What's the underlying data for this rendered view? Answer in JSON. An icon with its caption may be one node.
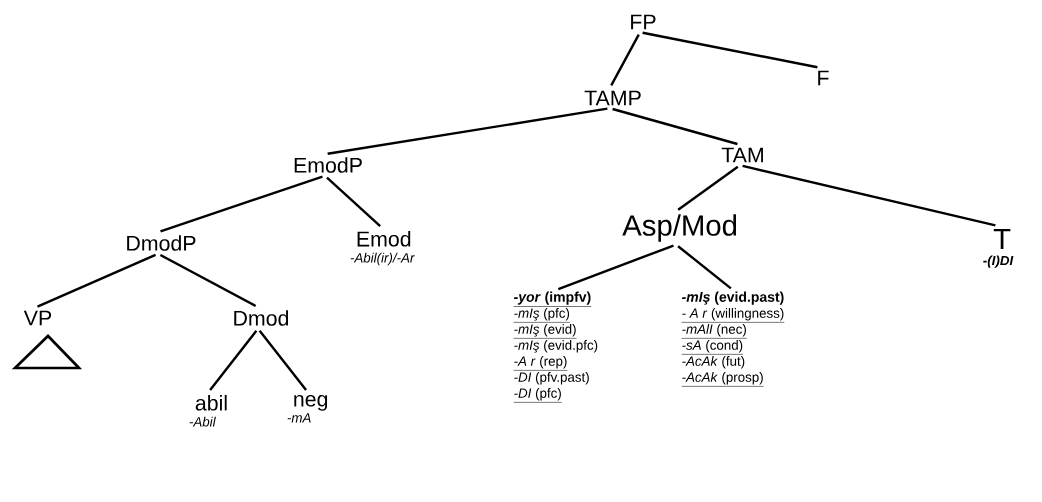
{
  "diagram": {
    "nodes": [
      {
        "text": [
          "FP"
        ]
      },
      {
        "text": [
          "F"
        ]
      },
      {
        "text": [
          "TAMP"
        ]
      },
      {
        "text": [
          "EmodP"
        ]
      },
      {
        "text": [
          "TAM"
        ]
      },
      {
        "text": [
          "DmodP"
        ]
      },
      {
        "text": [
          "Emod",
          "-Abil(ir)/-Ar"
        ]
      },
      {
        "text": [
          "Asp/Mod"
        ]
      },
      {
        "text": [
          "T",
          "-(I)DI"
        ]
      },
      {
        "text": [
          "*-yor* (impfv)",
          "*-mIş* (pfc)",
          "*-mIş* (evid)",
          "*-mIş* (evid.pfc)",
          "*-A r*  (rep)",
          "*-DI* (pfv.past)",
          "*-DI* (pfc)"
        ]
      },
      {
        "text": [
          "*-mIş* (evid.past)",
          "*- A r*  (willingness)",
          "*-mAlI* (nec)",
          "*-sA* (cond)",
          "*-AcAk* (fut)",
          "*-AcAk* (prosp)"
        ]
      },
      {
        "text": [
          "VP"
        ]
      },
      {
        "text": [
          "Dmod"
        ]
      },
      {
        "text": [
          "abil",
          "-Abil"
        ]
      },
      {
        "text": [
          "neg",
          "-mA"
        ]
      }
    ],
    "edges": [
      {
        "from": 0,
        "to": 2,
        "arrow": "none"
      },
      {
        "from": 0,
        "to": 1,
        "arrow": "none"
      },
      {
        "from": 2,
        "to": 3,
        "arrow": "none"
      },
      {
        "from": 2,
        "to": 4,
        "arrow": "none"
      },
      {
        "from": 3,
        "to": 5,
        "arrow": "none"
      },
      {
        "from": 3,
        "to": 6,
        "arrow": "none"
      },
      {
        "from": 4,
        "to": 7,
        "arrow": "none"
      },
      {
        "from": 4,
        "to": 8,
        "arrow": "none"
      },
      {
        "from": 7,
        "to": 9,
        "arrow": "none"
      },
      {
        "from": 7,
        "to": 10,
        "arrow": "none"
      },
      {
        "from": 5,
        "to": 11,
        "arrow": "none"
      },
      {
        "from": 5,
        "to": 12,
        "arrow": "none"
      },
      {
        "from": 12,
        "to": 13,
        "arrow": "none"
      },
      {
        "from": 12,
        "to": 14,
        "arrow": "none"
      }
    ]
  }
}
